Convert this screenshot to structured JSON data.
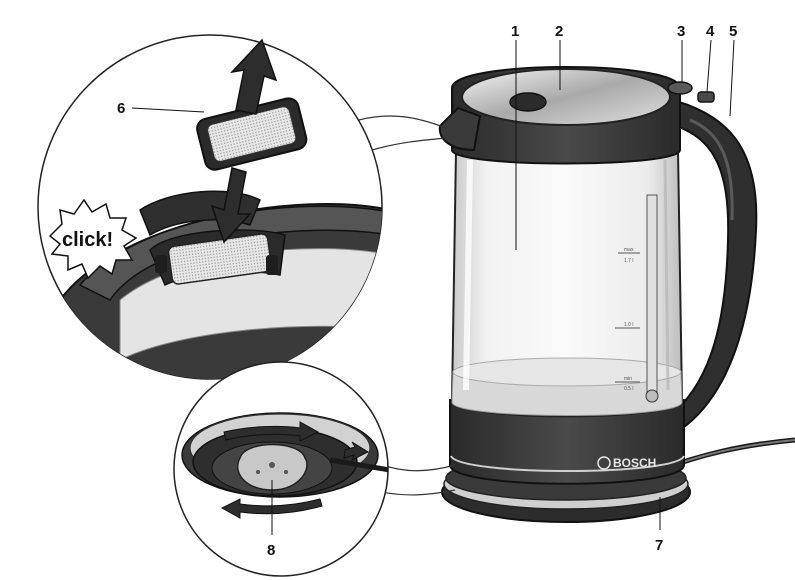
{
  "callouts": {
    "c1": "1",
    "c2": "2",
    "c3": "3",
    "c4": "4",
    "c5": "5",
    "c6": "6",
    "c7": "7",
    "c8": "8"
  },
  "click_text": "click!",
  "brand": "BOSCH",
  "scale_marks": {
    "top_a": "max",
    "top_b": "1.7 l",
    "mid": "1.0 l",
    "low_a": "min",
    "low_b": "0.5 l"
  },
  "colors": {
    "body_dark": "#3c3c3c",
    "steel_light": "#d9d9d9",
    "glass": "#e9e9e9",
    "outline": "#1a1a1a"
  }
}
